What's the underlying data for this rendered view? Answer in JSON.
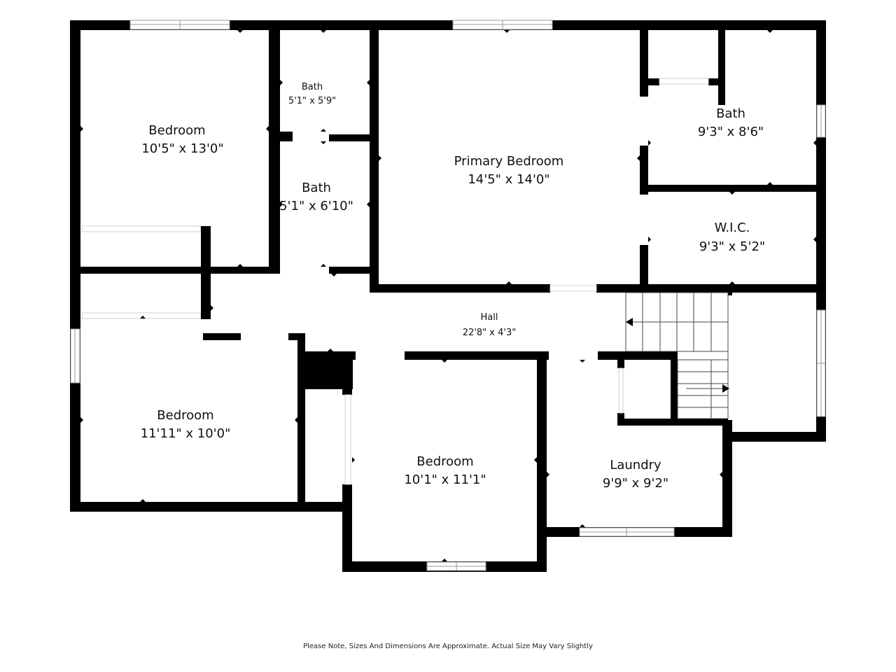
{
  "rooms": {
    "bedroom_nw": {
      "name": "Bedroom",
      "dims": "10'5\" x 13'0\""
    },
    "bath_small": {
      "name": "Bath",
      "dims": "5'1\" x 5'9\""
    },
    "bath_mid": {
      "name": "Bath",
      "dims": "5'1\" x 6'10\""
    },
    "primary_bedroom": {
      "name": "Primary Bedroom",
      "dims": "14'5\" x 14'0\""
    },
    "bath_ne": {
      "name": "Bath",
      "dims": "9'3\" x 8'6\""
    },
    "wic": {
      "name": "W.I.C.",
      "dims": "9'3\" x 5'2\""
    },
    "hall": {
      "name": "Hall",
      "dims": "22'8\" x 4'3\""
    },
    "bedroom_sw": {
      "name": "Bedroom",
      "dims": "11'11\" x 10'0\""
    },
    "bedroom_s": {
      "name": "Bedroom",
      "dims": "10'1\" x 11'1\""
    },
    "laundry": {
      "name": "Laundry",
      "dims": "9'9\" x 9'2\""
    }
  },
  "footer": {
    "note": "Please Note, Sizes And Dimensions Are Approximate. Actual Size May Vary Slightly"
  },
  "colors": {
    "wall": "#000000",
    "background": "#ffffff",
    "window": "#9a9a9a"
  }
}
